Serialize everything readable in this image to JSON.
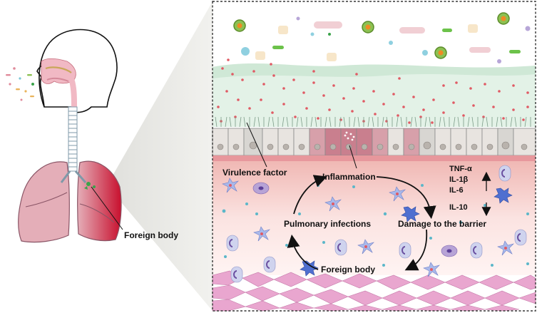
{
  "labels": {
    "foreign_body_left": "Foreign body",
    "virulence_factor": "Virulence factor",
    "inflammation": "Inflammation",
    "damage_barrier": "Damage to the barrier",
    "foreign_body_cycle": "Foreign body",
    "pulmonary_infections": "Pulmonary infections"
  },
  "cytokines": {
    "up": [
      "TNF-α",
      "IL-1β",
      "IL-6"
    ],
    "down": [
      "IL-10"
    ]
  },
  "colors": {
    "tissue_pink": "#f3c9c6",
    "mucus_green": "#cfe8d6",
    "lung_pink": "#e4aeb8",
    "lung_injury_red": "#d2233a",
    "dash_border": "#333333",
    "particle_red": "#e05a64"
  }
}
